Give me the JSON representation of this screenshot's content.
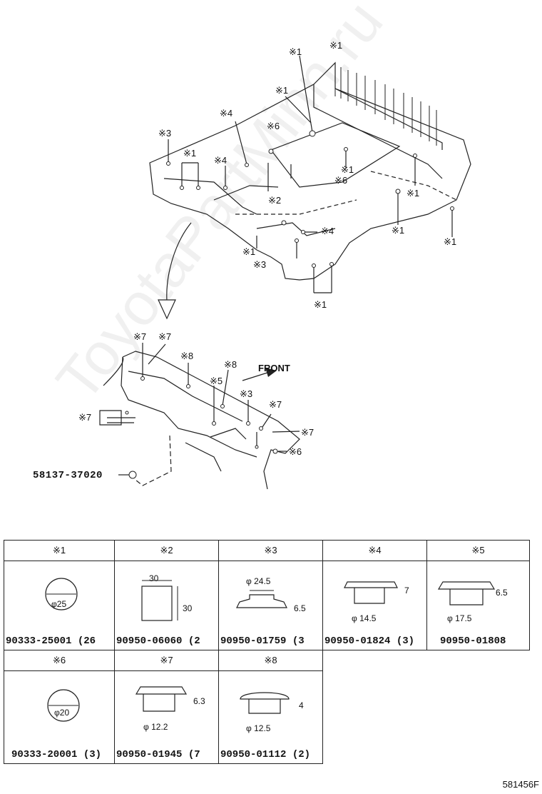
{
  "watermark": "ToyotaPartMinn.ru",
  "upper_callouts": [
    "※1",
    "※1",
    "※1",
    "※6",
    "※4",
    "※3",
    "※1",
    "※4",
    "※1",
    "※6",
    "※2",
    "※1",
    "※1",
    "※1",
    "※4",
    "※1",
    "※3",
    "※1"
  ],
  "lower_callouts": [
    "※7",
    "※7",
    "※8",
    "※8",
    "※5",
    "※3",
    "※7",
    "※7",
    "※7",
    "※6"
  ],
  "front_label": "FRONT",
  "part_58137": "58137-37020",
  "table": [
    {
      "head": "※1",
      "part": "90333-25001 (26",
      "dims": [
        "φ25"
      ]
    },
    {
      "head": "※2",
      "part": "90950-06060 (2",
      "dims": [
        "30",
        "30"
      ]
    },
    {
      "head": "※3",
      "part": "90950-01759 (3",
      "dims": [
        "φ 24.5",
        "6.5"
      ]
    },
    {
      "head": "※4",
      "part": "90950-01824 (3)",
      "dims": [
        "7",
        "φ 14.5"
      ]
    },
    {
      "head": "※5",
      "part": "90950-01808",
      "dims": [
        "6.5",
        "φ 17.5"
      ]
    },
    {
      "head": "※6",
      "part": "90333-20001 (3)",
      "dims": [
        "φ20"
      ]
    },
    {
      "head": "※7",
      "part": "90950-01945 (7",
      "dims": [
        "6.3",
        "φ 12.2"
      ]
    },
    {
      "head": "※8",
      "part": "90950-01112 (2)",
      "dims": [
        "4",
        "φ 12.5"
      ]
    }
  ],
  "ref_number": "581456F"
}
